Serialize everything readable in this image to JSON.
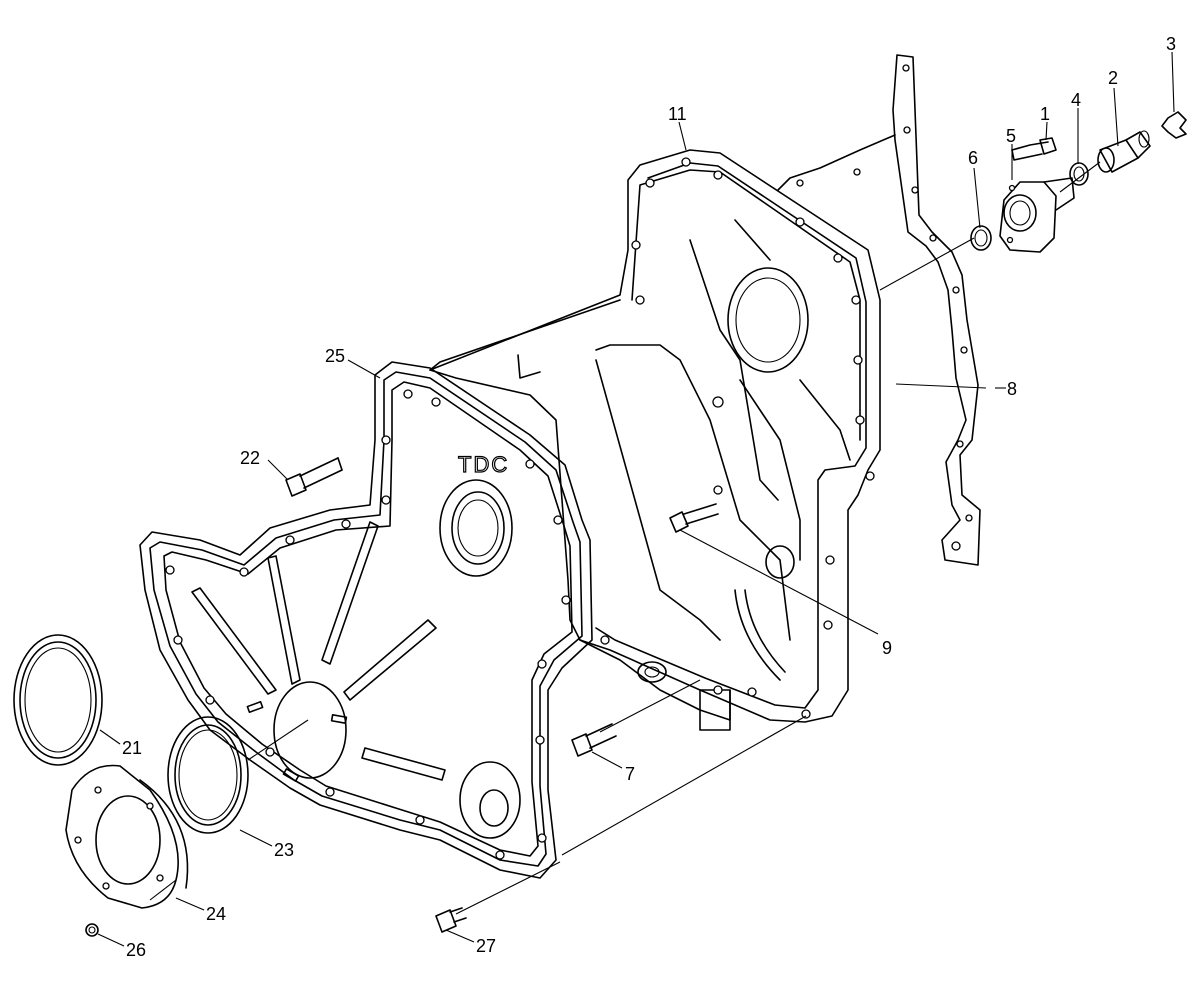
{
  "diagram": {
    "embossed_text": "TDC",
    "parts": [
      {
        "id": "p1",
        "label": "1"
      },
      {
        "id": "p2",
        "label": "2"
      },
      {
        "id": "p3",
        "label": "3"
      },
      {
        "id": "p4",
        "label": "4"
      },
      {
        "id": "p5",
        "label": "5"
      },
      {
        "id": "p6",
        "label": "6"
      },
      {
        "id": "p7",
        "label": "7"
      },
      {
        "id": "p8",
        "label": "8"
      },
      {
        "id": "p9",
        "label": "9"
      },
      {
        "id": "p11",
        "label": "11"
      },
      {
        "id": "p21",
        "label": "21"
      },
      {
        "id": "p22",
        "label": "22"
      },
      {
        "id": "p23",
        "label": "23"
      },
      {
        "id": "p24",
        "label": "24"
      },
      {
        "id": "p25",
        "label": "25"
      },
      {
        "id": "p26",
        "label": "26"
      },
      {
        "id": "p27",
        "label": "27"
      }
    ]
  }
}
